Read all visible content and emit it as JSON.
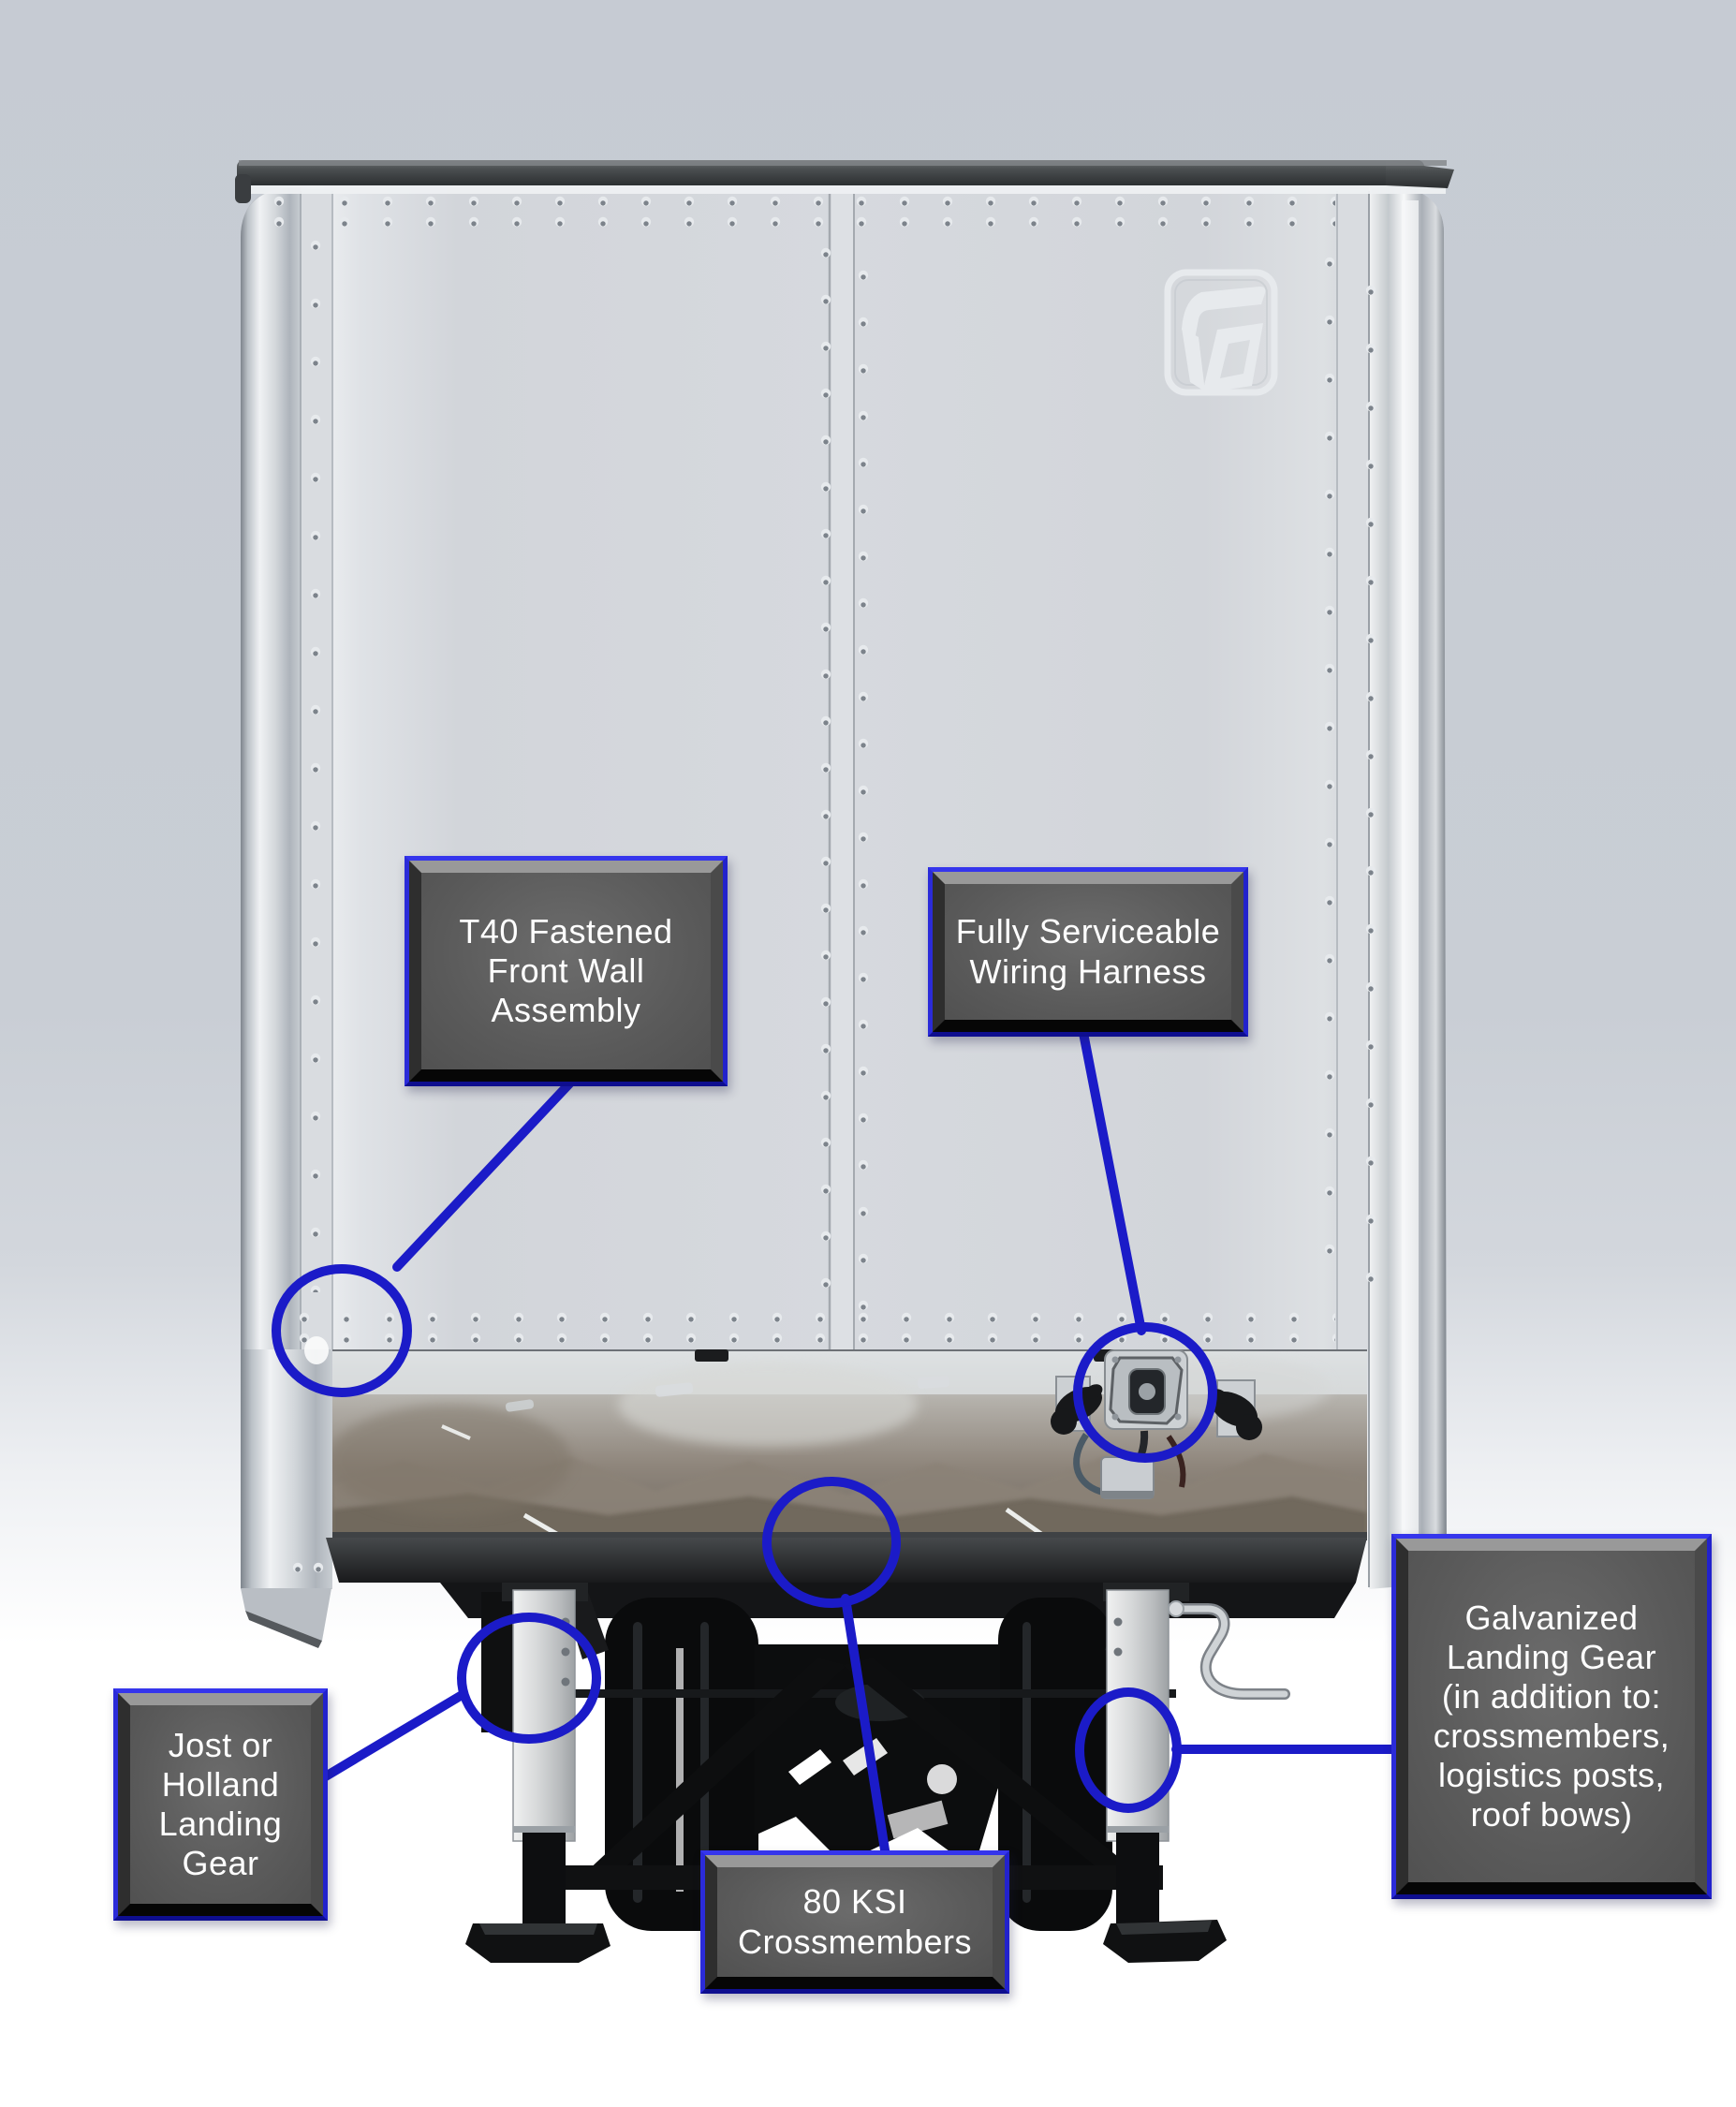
{
  "diagram": {
    "subject": "Dry van trailer front-wall feature diagram",
    "accent_color": "#1b1bc8",
    "label_box_color": "#5e5e5e",
    "label_text_color": "#ffffff",
    "logo_icon": "fc-monogram-badge",
    "callouts": {
      "front_wall": {
        "label": "T40 Fastened\nFront Wall\nAssembly"
      },
      "wiring_harness": {
        "label": "Fully Serviceable\nWiring Harness"
      },
      "landing_gear_brand": {
        "label": "Jost or\nHolland\nLanding\nGear"
      },
      "crossmembers": {
        "label": "80 KSI\nCrossmembers"
      },
      "galvanized": {
        "label": "Galvanized\nLanding Gear\n(in addition to:\ncrossmembers,\nlogistics posts,\nroof bows)"
      }
    }
  }
}
